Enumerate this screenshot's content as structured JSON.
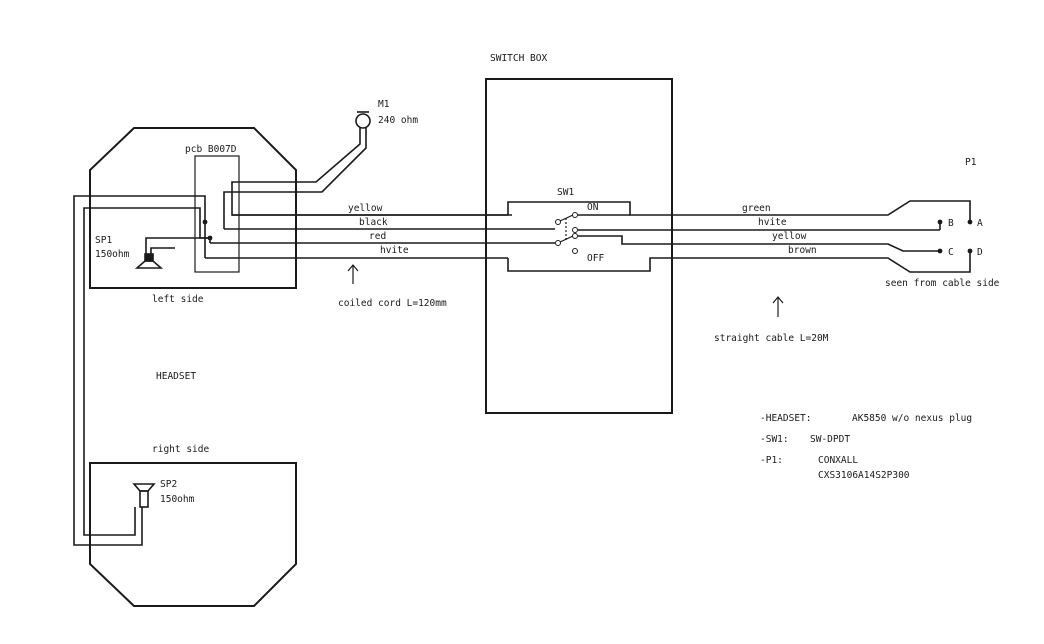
{
  "labels": {
    "switch_box": "SWITCH BOX",
    "m1_name": "M1",
    "m1_value": "240 ohm",
    "pcb": "pcb B007D",
    "sw1": "SW1",
    "sw_on": "ON",
    "sw_off": "OFF",
    "p1": "P1",
    "sp1_name": "SP1",
    "sp1_value": "150ohm",
    "sp2_name": "SP2",
    "sp2_value": "150ohm",
    "left_side": "left side",
    "right_side": "right side",
    "headset": "HEADSET",
    "coiled_cord": "coiled cord L=120mm",
    "straight_cable": "straight cable L=20M",
    "seen_from": "seen from cable side"
  },
  "wires_left": [
    "yellow",
    "black",
    "red",
    "hvite"
  ],
  "wires_right": [
    "green",
    "hvite",
    "yellow",
    "brown"
  ],
  "pins": [
    "A",
    "B",
    "C",
    "D"
  ],
  "notes": [
    {
      "key": "-HEADSET:",
      "value": "AK5850 w/o nexus plug"
    },
    {
      "key": "-SW1:",
      "value": "SW-DPDT"
    },
    {
      "key": "-P1:",
      "value": "CONXALL"
    },
    {
      "key": "",
      "value": "CXS3106A14S2P300"
    }
  ]
}
